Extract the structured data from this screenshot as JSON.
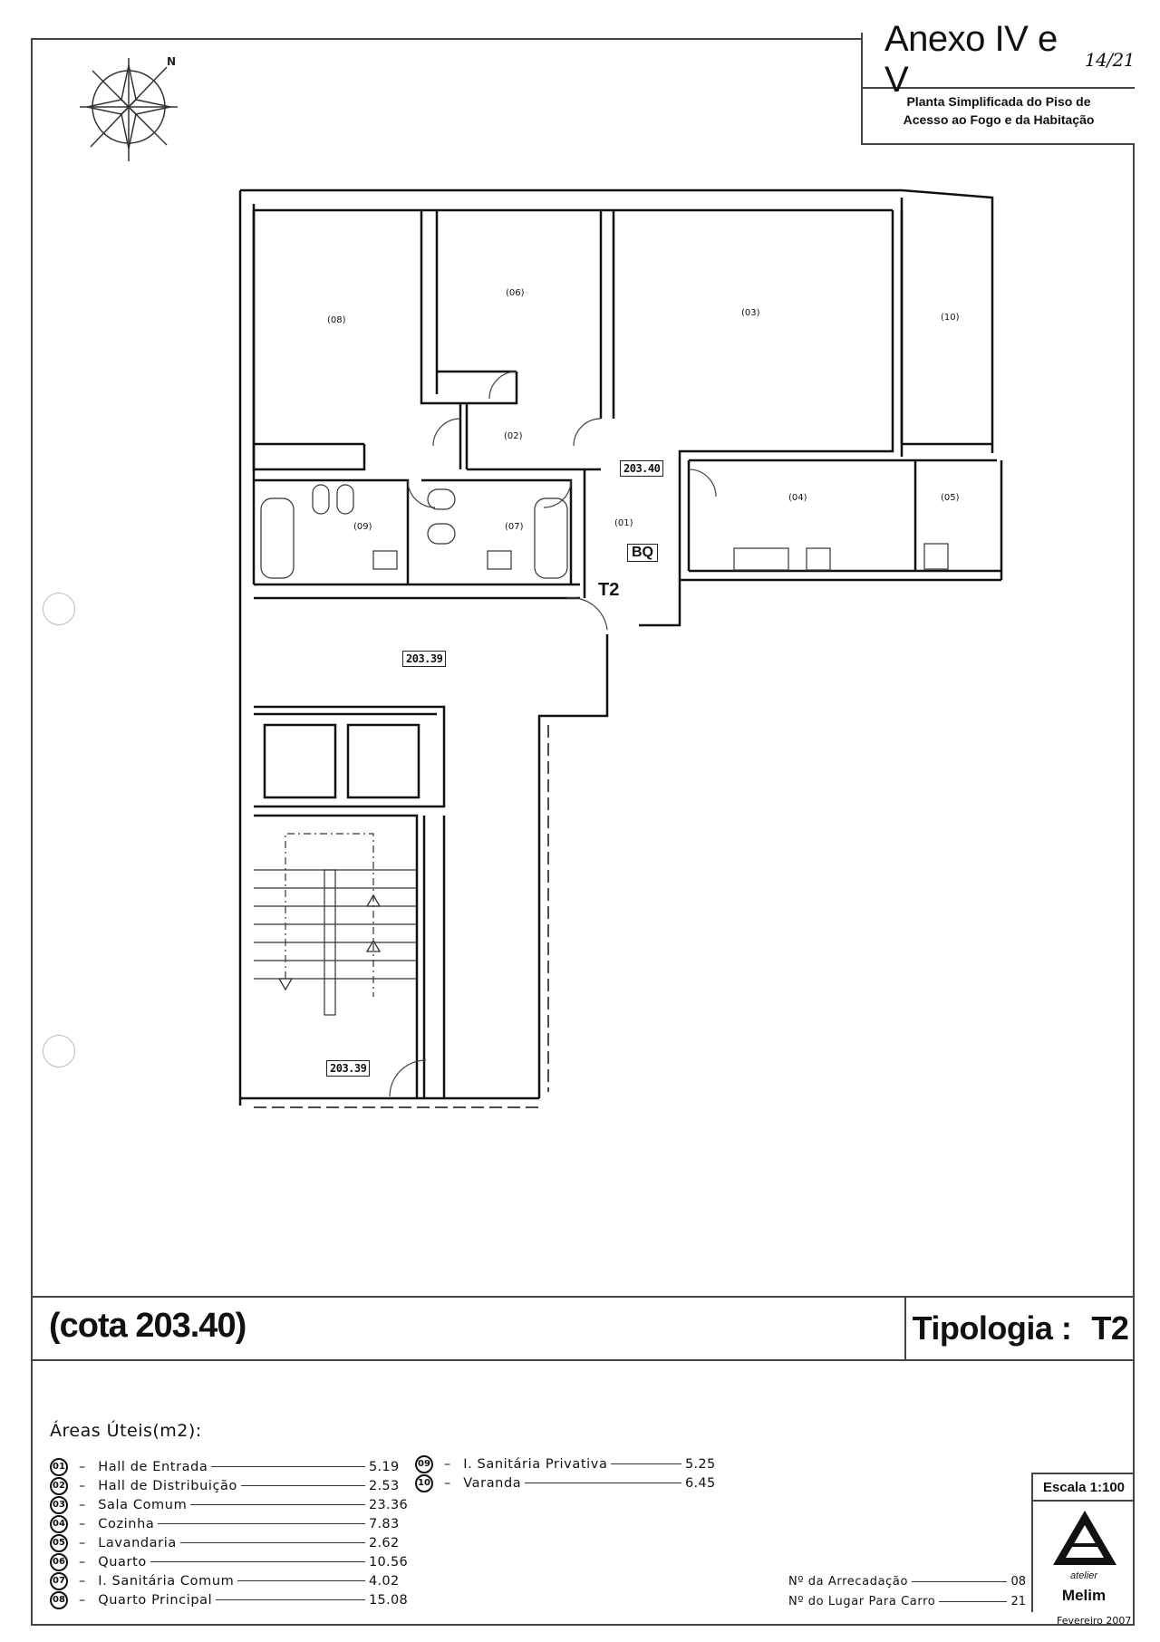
{
  "header": {
    "title": "Anexo IV e V",
    "handwritten_fraction": "14/21",
    "subtitle_line1": "Planta Simplificada do Piso de",
    "subtitle_line2": "Acesso ao Fogo e da Habitação"
  },
  "compass": {
    "icon": "compass-rose-icon",
    "north_label": "N"
  },
  "floor_plan": {
    "rooms": [
      {
        "id": "01",
        "label": "01"
      },
      {
        "id": "02",
        "label": "02"
      },
      {
        "id": "03",
        "label": "03"
      },
      {
        "id": "04",
        "label": "04"
      },
      {
        "id": "05",
        "label": "05"
      },
      {
        "id": "06",
        "label": "06"
      },
      {
        "id": "07",
        "label": "07"
      },
      {
        "id": "08",
        "label": "08"
      },
      {
        "id": "09",
        "label": "09"
      },
      {
        "id": "10",
        "label": "10"
      }
    ],
    "level_tags": {
      "apartment": "203.40",
      "landing": "203.39",
      "stair": "203.39"
    },
    "entry_label": "BQ",
    "door_label": "T2"
  },
  "band": {
    "cota": "(cota 203.40)",
    "tipologia_label": "Tipologia :",
    "tipologia_value": "T2"
  },
  "legend": {
    "title": "Áreas Úteis(m2):",
    "items": [
      {
        "num": "01",
        "label": "Hall de Entrada",
        "value": "5.19"
      },
      {
        "num": "02",
        "label": "Hall de Distribuição",
        "value": "2.53"
      },
      {
        "num": "03",
        "label": "Sala Comum",
        "value": "23.36"
      },
      {
        "num": "04",
        "label": "Cozinha",
        "value": "7.83"
      },
      {
        "num": "05",
        "label": "Lavandaria",
        "value": "2.62"
      },
      {
        "num": "06",
        "label": "Quarto",
        "value": "10.56"
      },
      {
        "num": "07",
        "label": "I. Sanitária Comum",
        "value": "4.02"
      },
      {
        "num": "08",
        "label": "Quarto Principal",
        "value": "15.08"
      },
      {
        "num": "09",
        "label": "I. Sanitária Privativa",
        "value": "5.25"
      },
      {
        "num": "10",
        "label": "Varanda",
        "value": "6.45"
      }
    ],
    "dash": "–"
  },
  "extras": {
    "arrecadacao_label": "Nº da Arrecadação",
    "arrecadacao_value": "08",
    "lugar_label": "Nº do Lugar Para Carro",
    "lugar_value": "21"
  },
  "footer": {
    "escala": "Escala 1:100",
    "logo_text": "Melim",
    "logo_sub": "atelier",
    "date": "Fevereiro 2007"
  }
}
